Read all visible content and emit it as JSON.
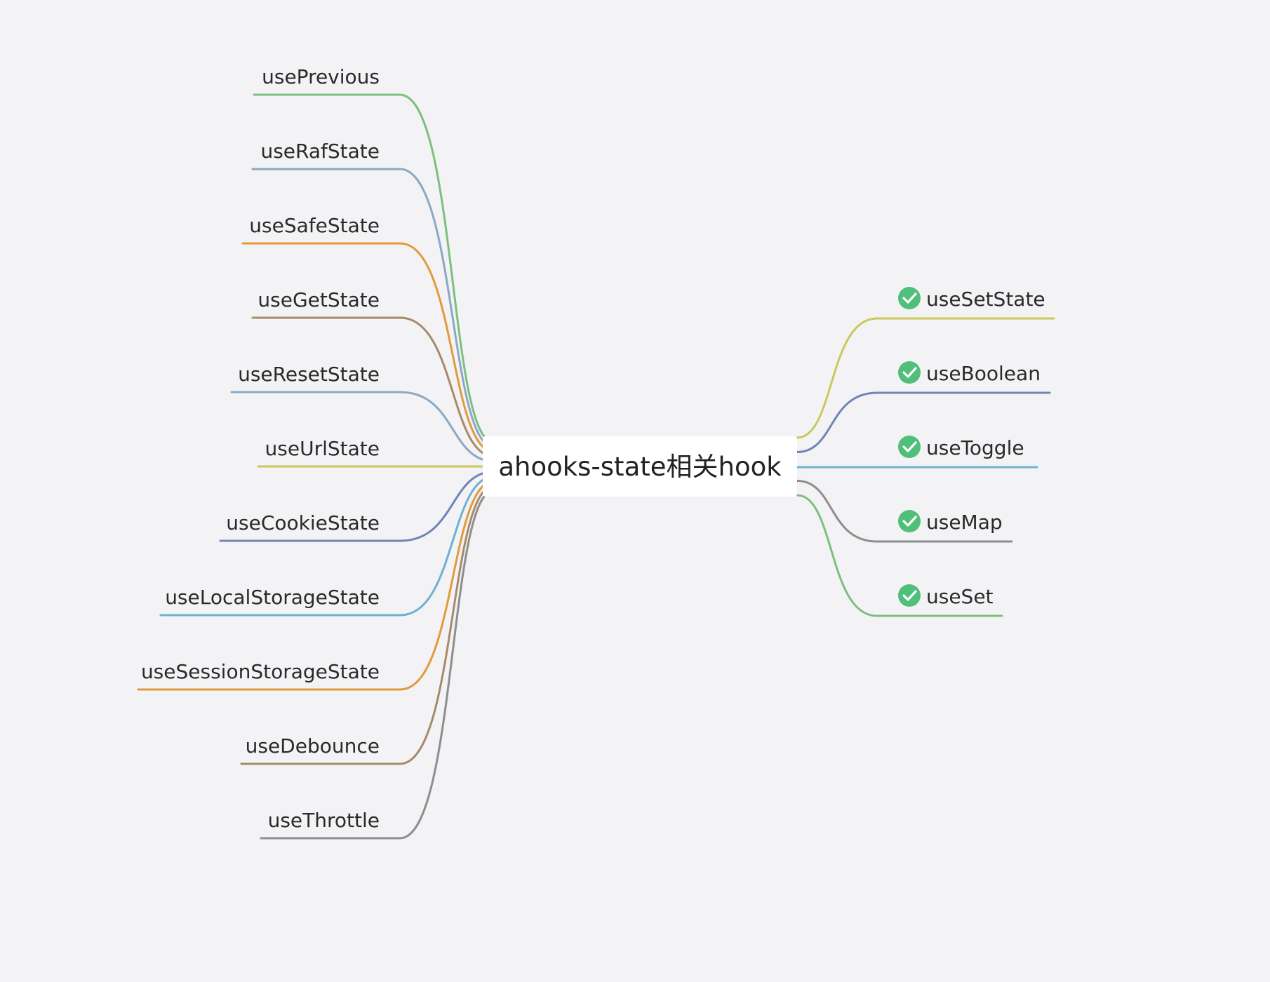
{
  "root": {
    "label": "ahooks-state相关hook"
  },
  "left_nodes": [
    {
      "label": "usePrevious",
      "color": "#7dbf7e"
    },
    {
      "label": "useRafState",
      "color": "#8aa9c4"
    },
    {
      "label": "useSafeState",
      "color": "#e29a3c"
    },
    {
      "label": "useGetState",
      "color": "#a78a6a"
    },
    {
      "label": "useResetState",
      "color": "#8aa9c4"
    },
    {
      "label": "useUrlState",
      "color": "#c9c95a"
    },
    {
      "label": "useCookieState",
      "color": "#6f84b8"
    },
    {
      "label": "useLocalStorageState",
      "color": "#6fb0d3"
    },
    {
      "label": "useSessionStorageState",
      "color": "#e29a3c"
    },
    {
      "label": "useDebounce",
      "color": "#a78a6a"
    },
    {
      "label": "useThrottle",
      "color": "#8e8e8e"
    }
  ],
  "right_nodes": [
    {
      "label": "useSetState",
      "color": "#c9c95a",
      "icon": "check-circle-icon"
    },
    {
      "label": "useBoolean",
      "color": "#6f84b8",
      "icon": "check-circle-icon"
    },
    {
      "label": "useToggle",
      "color": "#6fb0d3",
      "icon": "check-circle-icon"
    },
    {
      "label": "useMap",
      "color": "#8e8e8e",
      "icon": "check-circle-icon"
    },
    {
      "label": "useSet",
      "color": "#7dbf7e",
      "icon": "check-circle-icon"
    }
  ],
  "colors": {
    "background": "#f3f3f5",
    "center_box": "#ffffff",
    "check_icon": "#4fbf7a"
  }
}
